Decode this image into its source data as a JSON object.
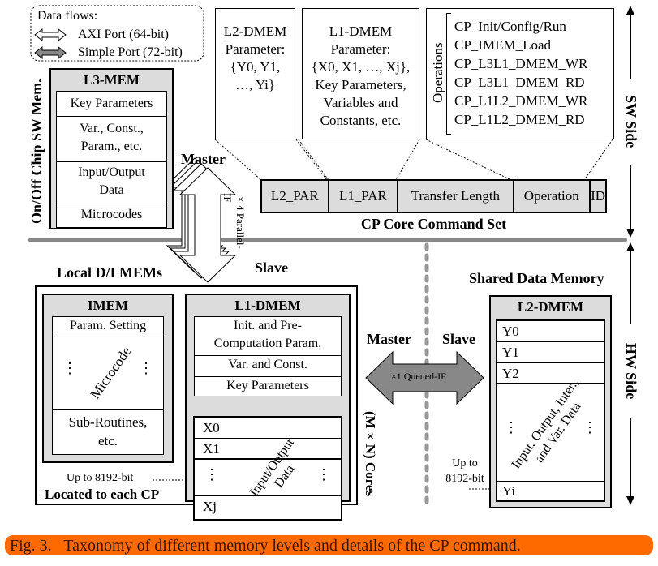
{
  "legend": {
    "title": "Data flows:",
    "items": [
      {
        "label": "AXI Port (64-bit)",
        "icon": "hollow-double-arrow-icon"
      },
      {
        "label": "Simple Port (72-bit)",
        "icon": "filled-double-arrow-icon"
      }
    ]
  },
  "side_labels": {
    "on_off_chip": "On/Off Chip SW Mem.",
    "sw_side": "SW Side",
    "hw_side": "HW Side",
    "cores": "(M×N) Cores"
  },
  "l3_mem": {
    "title": "L3-MEM",
    "rows": [
      "Key Parameters",
      "Var., Const.,\nParam., etc.",
      "Input/Output\nData",
      "Microcodes"
    ]
  },
  "callouts": {
    "l2_param": "L2-DMEM\nParameter:\n{Y0, Y1,\n…, Yi}",
    "l1_param": "L1-DMEM\nParameter:\n{X0, X1, …, Xj},\nKey Parameters,\nVariables and\nConstants, etc.",
    "operations_label": "Operations",
    "operations": [
      "CP_Init/Config/Run",
      "CP_IMEM_Load",
      "CP_L3L1_DMEM_WR",
      "CP_L3L1_DMEM_RD",
      "CP_L1L2_DMEM_WR",
      "CP_L1L2_DMEM_RD"
    ]
  },
  "command_set": {
    "title": "CP Core Command Set",
    "fields": [
      "L2_PAR",
      "L1_PAR",
      "Transfer Length",
      "Operation",
      "ID"
    ]
  },
  "parallel_if": {
    "master": "Master",
    "slave": "Slave",
    "label": "×4 Parallel-IF"
  },
  "queued_if": {
    "master": "Master",
    "slave": "Slave",
    "label": "×1 Queued-IF"
  },
  "local_mems": {
    "title": "Local D/I MEMs",
    "footer": "Located to each CP",
    "up_to": "Up to 8192-bit",
    "imem": {
      "title": "IMEM",
      "top": "Param. Setting",
      "middle": "Microcode",
      "bottom": "Sub-Routines,\netc."
    },
    "l1_dmem": {
      "title": "L1-DMEM",
      "rows": [
        "Init. and Pre-\nComputation Param.",
        "Var. and Const.",
        "Key Parameters"
      ],
      "data_rows": [
        "X0",
        "X1",
        "Xj"
      ],
      "diag": "Input/Output\nData"
    }
  },
  "shared_mem": {
    "title": "Shared Data Memory",
    "up_to": "Up to\n8192-bit",
    "l2_dmem": {
      "title": "L2-DMEM",
      "rows": [
        "Y0",
        "Y1",
        "Y2",
        "Yi"
      ],
      "diag": "Input, Output, Inter.,\nand Var. Data"
    }
  },
  "ellipsis": "⋮",
  "caption": {
    "text": "Fig. 3.   Taxonomy of different memory levels and details of the CP command.",
    "highlight": "#ff6a00"
  }
}
